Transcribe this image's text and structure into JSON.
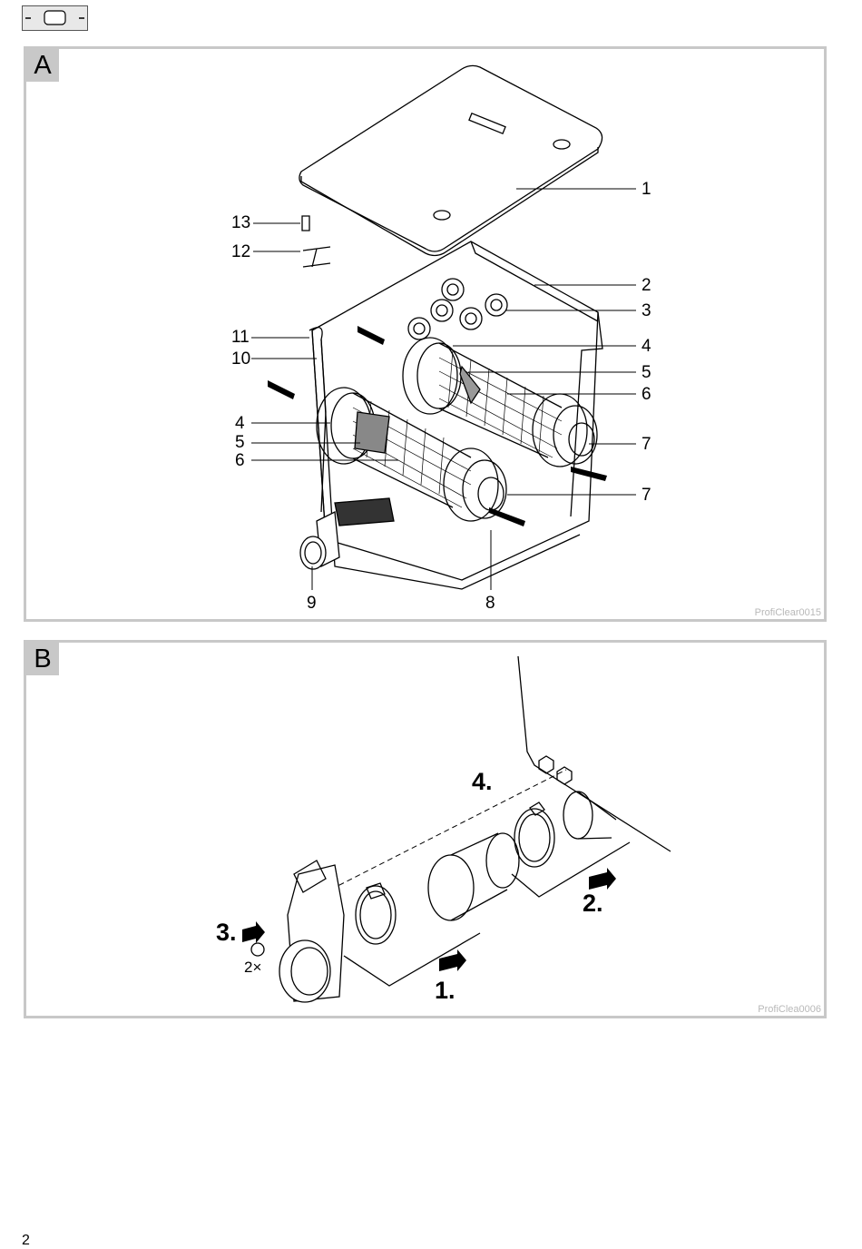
{
  "panels": {
    "a": {
      "label": "A",
      "credit": "ProfiClear0015",
      "callouts": [
        "1",
        "2",
        "3",
        "4",
        "5",
        "6",
        "7",
        "7",
        "8",
        "9",
        "10",
        "11",
        "12",
        "13",
        "4",
        "5",
        "6"
      ]
    },
    "b": {
      "label": "B",
      "credit": "ProfiClea0006",
      "steps": [
        "1.",
        "2.",
        "3.",
        "4."
      ],
      "quantity_label": "2×"
    }
  },
  "page_number": "2"
}
